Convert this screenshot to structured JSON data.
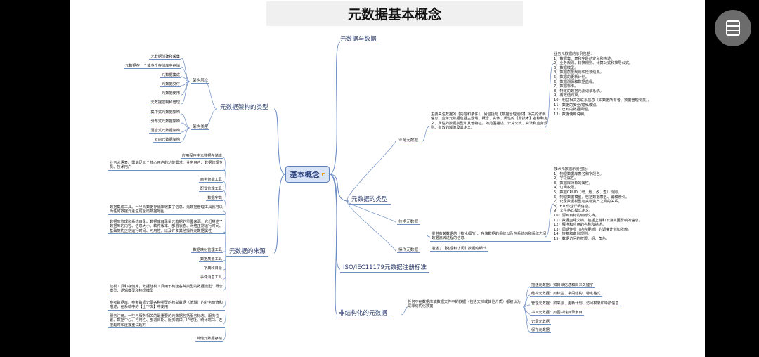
{
  "title": "元数据基本概念",
  "root": "基本概念",
  "branches": {
    "metadata_and_data": "元数据与数据",
    "types": {
      "label": "元数据的类型",
      "business": {
        "label": "业务元数据",
        "desc": "主要关注数据的【内容和条件】，另包括与【数据治理组织】相关的详细信息。业务元数据包括主题域、概念、实体、属性的【非技术】名称和定义、属性的数据类型和其他特征，如范围描述、计算公式、算法和业务规则、有效的域值及其定义。",
        "examples_title": "业务元数据的示例包括：",
        "examples": [
          "1）数据集、表和字段的定义和描述。",
          "2）业务规则、转换规则、计算公式和推导公式。",
          "3）数据模型。",
          "4）数据质量规则和检核结果。",
          "5）数据的更新计划。",
          "6）数据溯源和数据血缘。",
          "7）数据标准。",
          "8）特定的数据元素记录系统。",
          "9）有效值约束。",
          "10）利益相关方联系信息（如数据所有者、数据管理专员）。",
          "11）数据的安全/隐私级别。",
          "12）已知的数据问题。",
          "13）数据使用说明。"
        ]
      },
      "technical": {
        "label": "技术元数据",
        "desc": "提供有关数据的【技术细节】、存储数据的系统以及在系统内和系统之间数据流转过程的信息",
        "examples_title": "技术元数据示例包括：",
        "examples": [
          "1）物理数据库表名和字段名。",
          "2）字段属性。",
          "3）数据库对象的属性。",
          "4）访问权限。",
          "5）数据CRUD（增、删、改、查）规则。",
          "6）物理数据模型，包括数据表名、键和索引。",
          "7）记录数据模型与实物资产之间的关系。",
          "8）ETL作业详细信息。",
          "9）文件格式模式定义。",
          "10）源到目标的映射文档。",
          "11）数据血缘文档，包括上游和下游变更影响的信息。",
          "12）程序和应用的名称和描述。",
          "13）周期作业（内容更新）的调度计划和依赖。",
          "14）恢复和备份规则。",
          "15）数据访问的权限、组、角色。"
        ]
      },
      "operational": {
        "label": "操作元数据",
        "desc": "描述了【处理和访问】数据的细节"
      }
    },
    "iso": "ISO/IEC11179元数据注册标准",
    "unstructured": {
      "label": "非结构化的元数据",
      "desc": "任何不在数据库或数据文件中的数据（包括文档或其他介质）都被认为是非结构化数据",
      "items": [
        "描述元数据：如目录信息和同义关键字",
        "结构元数据：如标签、字段结构、特定格式",
        "管理元数据：如来源、更新计划、访问权限和导航信息",
        "书目元数据：如图书馆目录条目",
        "记录元数据",
        "保存元数据"
      ]
    },
    "architecture": {
      "label": "元数据架构的类型",
      "layers": {
        "label": "架构层次",
        "items": [
          "元数据创建和采集",
          "元数据在一个或多个存储库中存储",
          "元数据集成",
          "元数据交付",
          "元数据使用",
          "元数据控制和管理"
        ]
      },
      "kinds": {
        "label": "架构类型",
        "items": [
          "集中式元数据架构",
          "分布式元数据架构",
          "混合式元数据架构",
          "双向元数据架构"
        ]
      }
    },
    "sources": {
      "label": "元数据的来源",
      "items": [
        "应用程序中元数据存储库",
        "业务术语表。需满足三个核心用户的功能需求：业务用户、数据管理专员、技术用户",
        "商务智能工具",
        "配置管理工具",
        "数据字典",
        "数据集成工具。一旦元数据存储库收集了信息，元数据管理工具就可以为任何数据元素生成全局数据地图",
        "数据库管理和系统目录。数据库目录是元数据的重要来源，它们描述了数据库的内容、信息大小、软件版本、部署状态、网络正常运行时间、基础架构正常运行时间、可用性，以及许多其他操作元数据属性",
        "数据映射管理工具",
        "数据质量工具",
        "字典和目录",
        "事件消息工具",
        "建模工具和存储库。数据建模工具用于构建各种类型的数据模型：概念模型、逻辑模型和物理模型",
        "参考数据库。参考数据记录各种类型的枚举数据（值域）的业务价值和描述，在系统中的【上下文】中使用",
        "服务注册。一些与服务相关的最重要的元数据包括服务标志、服务位置、数据中心、可用性、部署日期、服务端口、IP地址、统计端口、连接超时和连接重试超时",
        "其他元数据存储"
      ]
    }
  },
  "colors": {
    "accent": "#6f8ec4",
    "root_fill": "#d9e3f6",
    "root_border": "#5e7fc0",
    "backdrop": "#000000"
  },
  "icons": {
    "menu": "panel-icon"
  }
}
